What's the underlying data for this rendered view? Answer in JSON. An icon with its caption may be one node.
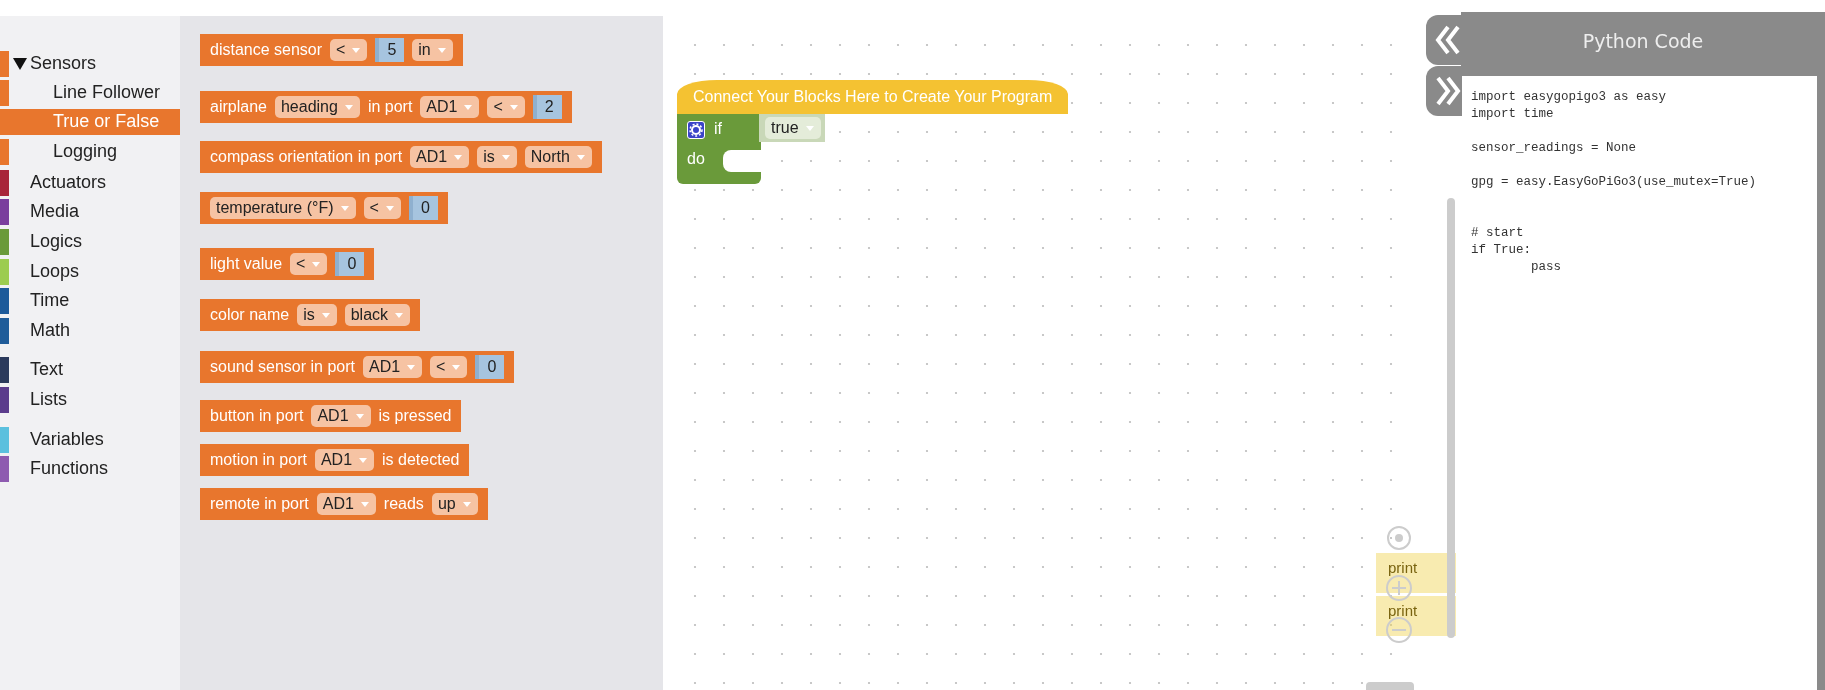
{
  "diagram": {
    "nodes": [
      {
        "text": [
          "distance sensor",
          "<",
          "5",
          "in"
        ]
      },
      {
        "text": [
          "airplane",
          "heading",
          "in port",
          "AD1",
          "<",
          "2"
        ]
      },
      {
        "text": [
          "compass orientation in port",
          "AD1",
          "is",
          "North"
        ]
      },
      {
        "text": [
          "temperature (°F)",
          "<",
          "0"
        ]
      },
      {
        "text": [
          "light value",
          "<",
          "0"
        ]
      },
      {
        "text": [
          "color name",
          "is",
          "black"
        ]
      },
      {
        "text": [
          "sound sensor in port",
          "AD1",
          "<",
          "0"
        ]
      },
      {
        "text": [
          "button in port",
          "AD1",
          "is pressed"
        ]
      },
      {
        "text": [
          "motion in port",
          "AD1",
          "is detected"
        ]
      },
      {
        "text": [
          "remote in port",
          "AD1",
          "reads",
          "up"
        ]
      },
      {
        "text": [
          "Connect Your Blocks Here to Create Your Program"
        ]
      },
      {
        "text": [
          "if",
          "do"
        ]
      },
      {
        "text": [
          "true"
        ]
      },
      {
        "text": [
          "print"
        ]
      },
      {
        "text": [
          "print"
        ]
      },
      {
        "text": [
          "Python Code"
        ]
      }
    ],
    "labels": [
      "Sensors",
      "Line Follower",
      "True or False",
      "Logging",
      "Actuators",
      "Media",
      "Logics",
      "Loops",
      "Time",
      "Math",
      "Text",
      "Lists",
      "Variables",
      "Functions",
      "import easygopigo3 as easy",
      "import time",
      "sensor_readings = None",
      "gpg = easy.EasyGoPiGo3(use_mutex=True)",
      "# start",
      "if True:",
      "pass"
    ]
  }
}
